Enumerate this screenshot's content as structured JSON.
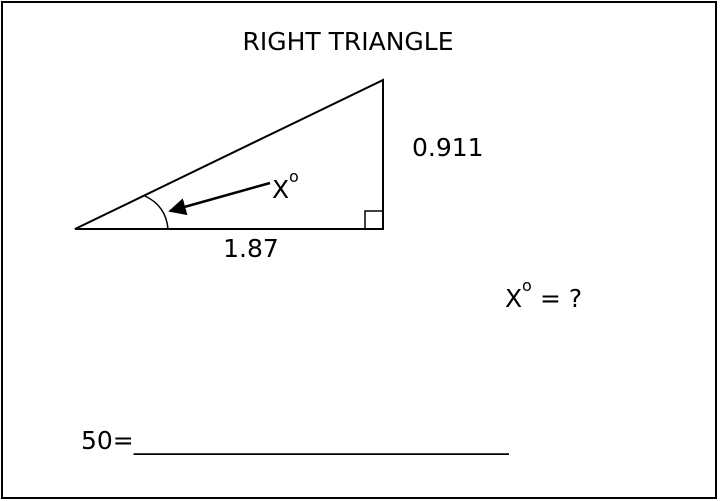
{
  "title": "RIGHT TRIANGLE",
  "triangle": {
    "opposite_side": "0.911",
    "adjacent_side": "1.87",
    "angle_variable": "X",
    "degree_mark": "o"
  },
  "question": {
    "variable": "X",
    "degree_mark": "o",
    "rest": " = ?"
  },
  "answer": {
    "prompt": "50=______________________________"
  },
  "colors": {
    "ink": "#000000",
    "background": "#ffffff"
  }
}
